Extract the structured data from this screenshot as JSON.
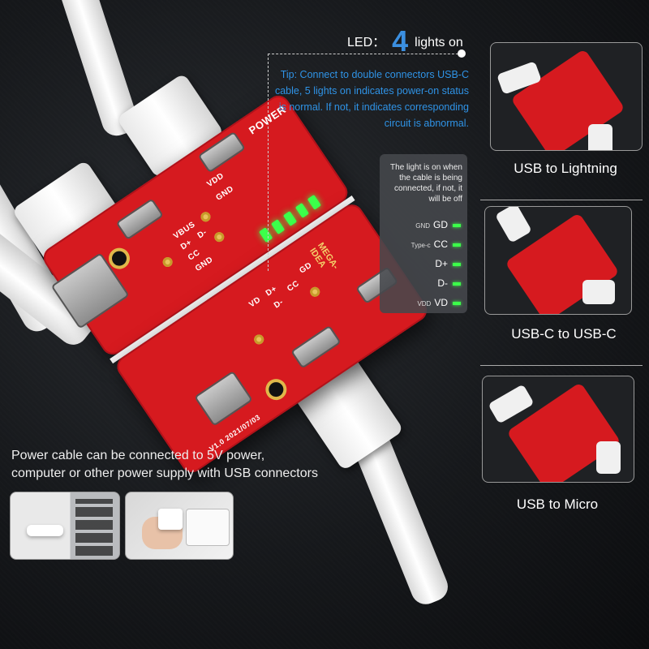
{
  "led": {
    "label": "LED：",
    "count": "4",
    "suffix": "lights on"
  },
  "tip": "Tip: Connect to double connectors USB-C cable, 5 lights on indicates power-on status is normal. If not, it indicates corresponding circuit is abnormal.",
  "legend": {
    "head": "The light is on when the cable is being connected, if not, it will be off",
    "rows": [
      {
        "prefix": "GND",
        "label": "GD"
      },
      {
        "prefix": "Type-c",
        "label": "CC"
      },
      {
        "prefix": "",
        "label": "D+"
      },
      {
        "prefix": "",
        "label": "D-"
      },
      {
        "prefix": "VDD",
        "label": "VD"
      }
    ]
  },
  "board": {
    "power": "POWER",
    "brand": "MEGA-IDEA",
    "version": "V1.0 2021/07/03",
    "pins": [
      "VDD",
      "GND",
      "VBUS",
      "D+",
      "D-",
      "CC",
      "GND",
      "GD",
      "CC",
      "D+",
      "D-",
      "VD"
    ]
  },
  "power_text": [
    "Power cable can be connected to 5V power,",
    "computer or other power supply with USB connectors"
  ],
  "modes": [
    {
      "caption": "USB to Lightning"
    },
    {
      "caption": "USB-C to USB-C"
    },
    {
      "caption": "USB to Micro"
    }
  ],
  "colors": {
    "accent": "#2f93e6",
    "led": "#3cff4a",
    "pcb": "#d61a1f"
  }
}
